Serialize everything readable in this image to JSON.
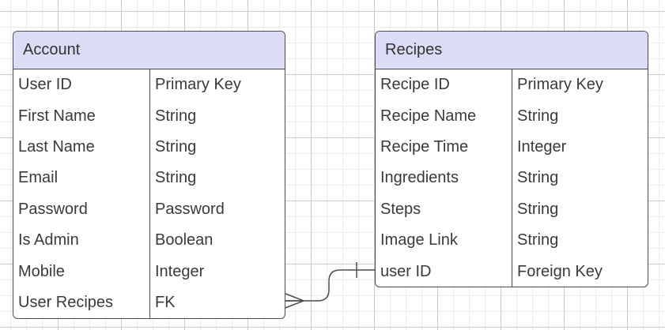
{
  "colors": {
    "header_fill": "#dcdcf7",
    "border": "#4d4d4d",
    "text": "#333333",
    "grid": "#c9c9c9"
  },
  "entities": {
    "account": {
      "title": "Account",
      "fields": [
        {
          "name": "User ID",
          "type": "Primary Key"
        },
        {
          "name": "First Name",
          "type": "String"
        },
        {
          "name": "Last Name",
          "type": "String"
        },
        {
          "name": "Email",
          "type": "String"
        },
        {
          "name": "Password",
          "type": "Password"
        },
        {
          "name": "Is Admin",
          "type": "Boolean"
        },
        {
          "name": "Mobile",
          "type": "Integer"
        },
        {
          "name": "User Recipes",
          "type": "FK"
        }
      ]
    },
    "recipes": {
      "title": "Recipes",
      "fields": [
        {
          "name": "Recipe ID",
          "type": "Primary Key"
        },
        {
          "name": "Recipe Name",
          "type": "String"
        },
        {
          "name": "Recipe Time",
          "type": "Integer"
        },
        {
          "name": "Ingredients",
          "type": "String"
        },
        {
          "name": "Steps",
          "type": "String"
        },
        {
          "name": "Image Link",
          "type": "String"
        },
        {
          "name": "user ID",
          "type": "Foreign Key"
        }
      ]
    }
  },
  "relationship": {
    "from": "Account.User Recipes",
    "to": "Recipes.user ID",
    "from_end": "many",
    "to_end": "one"
  }
}
